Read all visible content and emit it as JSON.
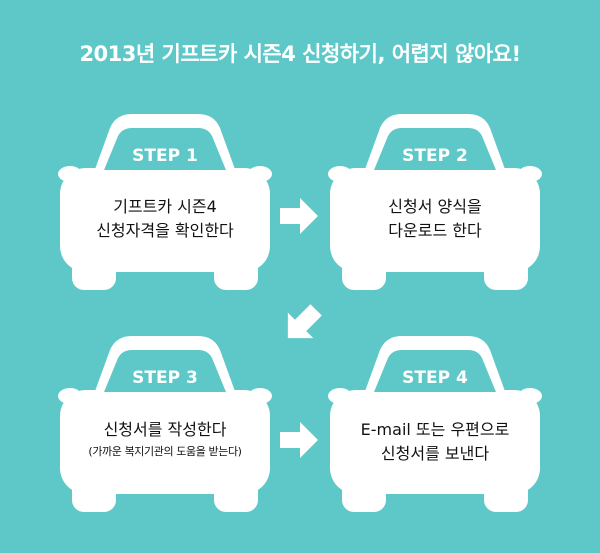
{
  "title": "2013년 기프트카 시즌4 신청하기, 어렵지 않아요!",
  "colors": {
    "background": "#5ec8c9",
    "car": "#ffffff",
    "arrow": "#ffffff",
    "title_text": "#ffffff",
    "body_text": "#111111"
  },
  "steps": [
    {
      "label": "STEP 1",
      "line1": "기프트카 시즌4",
      "line2": "신청자격을 확인한다",
      "note": ""
    },
    {
      "label": "STEP 2",
      "line1": "신청서 양식을",
      "line2": "다운로드 한다",
      "note": ""
    },
    {
      "label": "STEP 3",
      "line1": "신청서를 작성한다",
      "line2": "",
      "note": "(가까운 복지기관의 도움을 받는다)"
    },
    {
      "label": "STEP 4",
      "line1": "E-mail 또는 우편으로",
      "line2": "신청서를 보낸다",
      "note": ""
    }
  ]
}
